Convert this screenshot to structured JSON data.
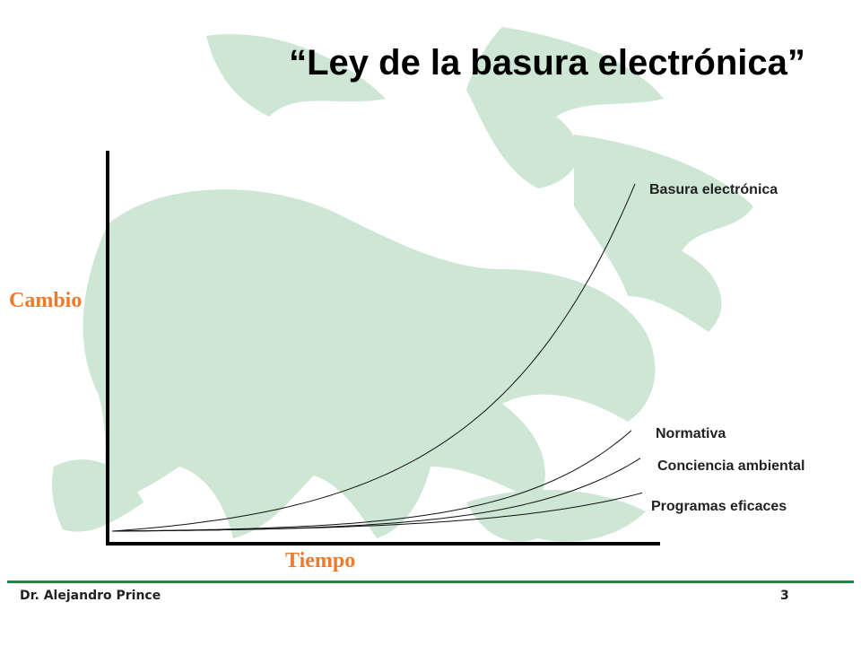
{
  "slide": {
    "title": "“Ley de la basura electrónica”",
    "footer_author": "Dr. Alejandro Prince",
    "footer_page": "3"
  },
  "colors": {
    "axis_label": "#f07a2a",
    "footer_rule": "#1b8a3c",
    "watermark": "#cde7d4"
  },
  "chart_data": {
    "type": "line",
    "xlabel": "Tiempo",
    "ylabel": "Cambio",
    "series": [
      {
        "name": "Basura electrónica",
        "end": 1.0,
        "curvature": 3.5
      },
      {
        "name": "Normativa",
        "end": 0.29,
        "curvature": 4.5
      },
      {
        "name": "Conciencia ambiental",
        "end": 0.21,
        "curvature": 4.5
      },
      {
        "name": "Programas eficaces",
        "end": 0.11,
        "curvature": 3.5
      }
    ],
    "grid": false,
    "legend": "inline labels at curve ends"
  }
}
